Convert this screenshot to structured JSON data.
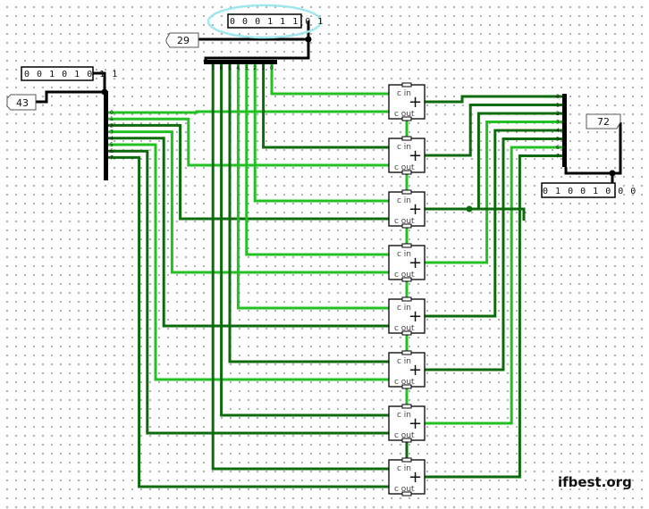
{
  "circuit": {
    "input_a": {
      "bits": "0 0 1 0 1 0 1 1",
      "decimal": "43"
    },
    "input_b": {
      "bits": "0 0 0 1 1 1 0 1",
      "decimal": "29"
    },
    "output": {
      "bits": "0 1 0 0 1 0 0 0",
      "decimal": "72"
    },
    "bit_indices": [
      "0",
      "1",
      "2",
      "3",
      "4",
      "5",
      "6",
      "7"
    ],
    "adder_count": 8,
    "adder_labels": {
      "carry_in": "c in",
      "carry_out": "c out",
      "symbol": "+"
    }
  },
  "watermark": "ifbest.org",
  "colors": {
    "wire_on": "#22c022",
    "wire_off": "#0d6b0d",
    "highlight": "#9fe7ef",
    "bus": "#000000"
  }
}
